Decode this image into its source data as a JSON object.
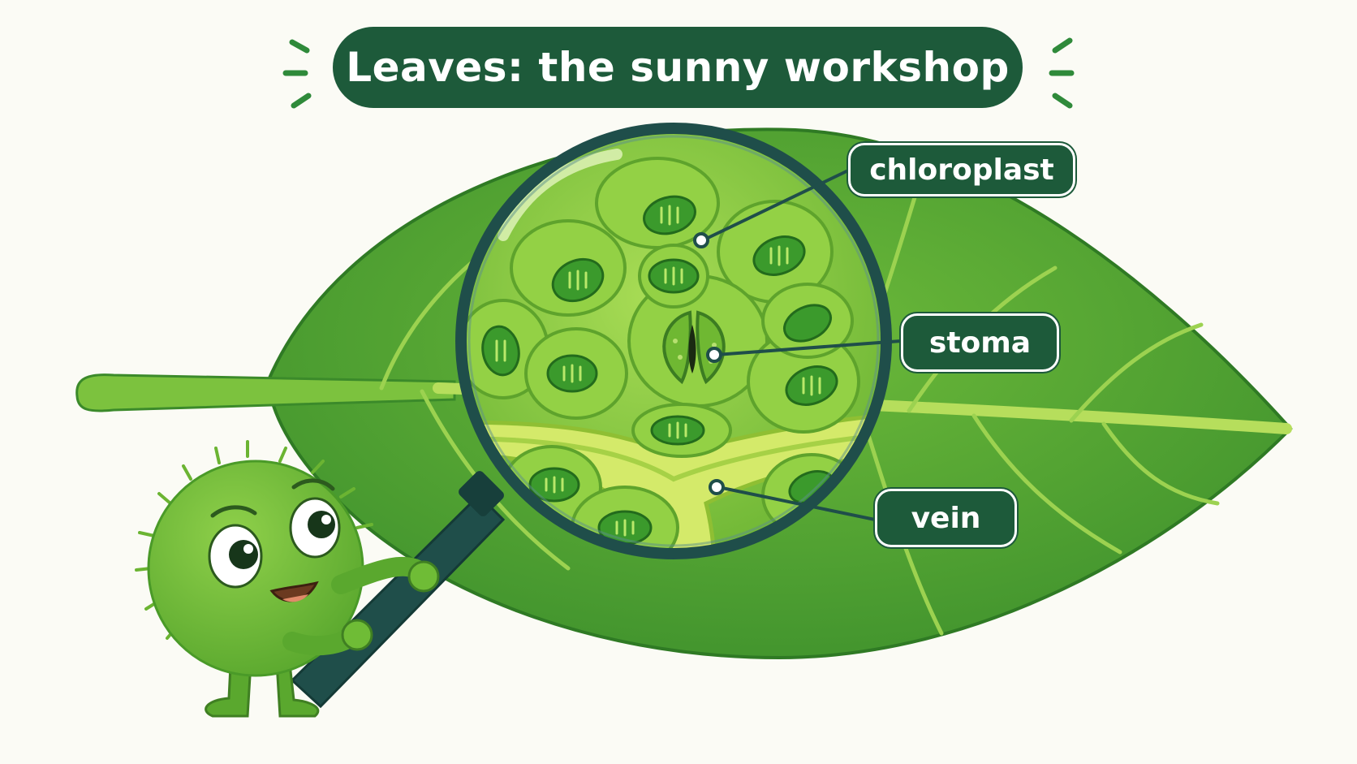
{
  "title": "Leaves: the sunny workshop",
  "labels": {
    "chloroplast": "chloroplast",
    "stoma": "stoma",
    "vein": "vein"
  },
  "colors": {
    "pill": "#1d5a3a",
    "leaf_dark": "#3c8f2c",
    "leaf_light": "#6dba3a",
    "cell_fill": "#8ccd3f",
    "chloroplast": "#3b9a2c",
    "background": "#fbfbf5"
  },
  "icons": [
    "sparkle-icon",
    "magnifying-glass-icon",
    "cell-mascot-icon"
  ]
}
